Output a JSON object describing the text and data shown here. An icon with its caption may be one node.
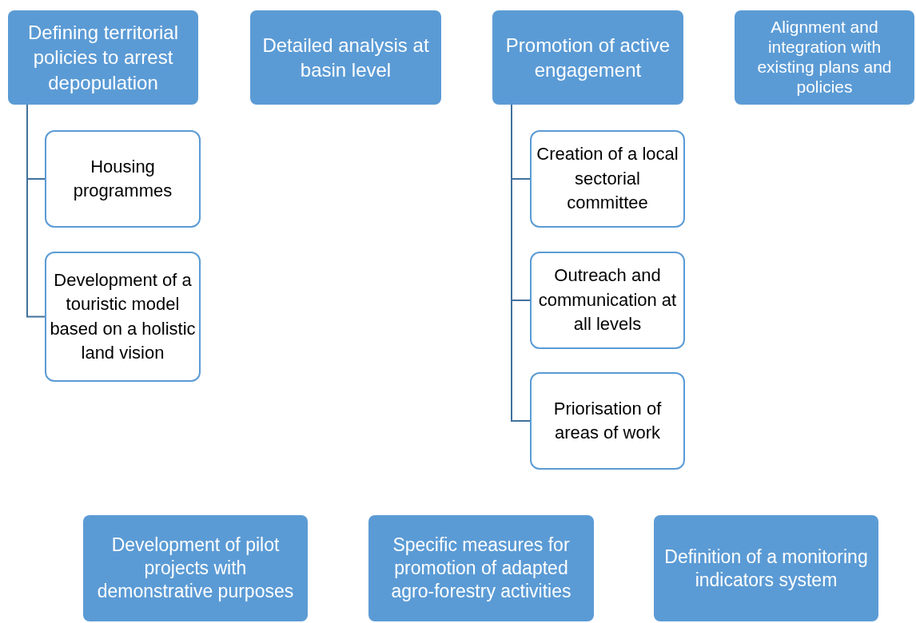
{
  "diagram": {
    "nodes": [
      {
        "text": [
          "Defining territorial policies to arrest depopulation"
        ]
      },
      {
        "text": [
          "Housing programmes"
        ]
      },
      {
        "text": [
          "Development of a touristic model based on a holistic land vision"
        ]
      },
      {
        "text": [
          "Detailed analysis at basin level"
        ]
      },
      {
        "text": [
          "Promotion of active engagement"
        ]
      },
      {
        "text": [
          "Creation of a local sectorial committee"
        ]
      },
      {
        "text": [
          "Outreach and communication at all levels"
        ]
      },
      {
        "text": [
          "Priorisation of areas of work"
        ]
      },
      {
        "text": [
          "Alignment and integration with existing plans and policies"
        ]
      },
      {
        "text": [
          "Development of pilot projects with demonstrative purposes"
        ]
      },
      {
        "text": [
          "Specific measures for promotion of adapted agro-forestry activities"
        ]
      },
      {
        "text": [
          "Definition of a monitoring indicators system"
        ]
      }
    ],
    "edges": [
      {
        "from": 0,
        "to": 1,
        "arrow": "none"
      },
      {
        "from": 0,
        "to": 2,
        "arrow": "none"
      },
      {
        "from": 4,
        "to": 5,
        "arrow": "none"
      },
      {
        "from": 4,
        "to": 6,
        "arrow": "none"
      },
      {
        "from": 4,
        "to": 7,
        "arrow": "none"
      }
    ]
  }
}
